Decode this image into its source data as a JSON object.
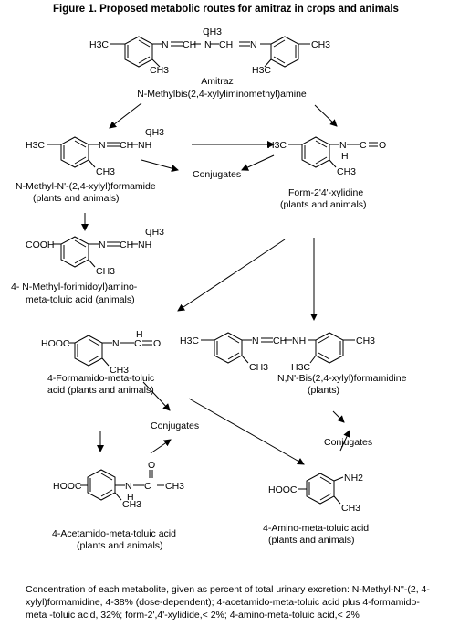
{
  "title": "Figure 1.  Proposed metabolic routes for amitraz in crops and animals",
  "compounds": {
    "amitraz": {
      "name": "Amitraz",
      "iupac": "N-Methylbis(2,4-xylyliminomethyl)amine",
      "labels": [
        "H3C",
        "N",
        "CH",
        "N",
        "CH3",
        "CH",
        "N",
        "CH3",
        "CH3",
        "H3C"
      ]
    },
    "formamide": {
      "name_line1": "N-Methyl-N'-(2,4-xylyl)formamide",
      "name_line2": "(plants and animals)",
      "labels": [
        "H3C",
        "N",
        "CH",
        "NH",
        "CH3",
        "CH3"
      ]
    },
    "xylidine": {
      "name_line1": "Form-2'4'-xylidine",
      "name_line2": "(plants and animals)",
      "labels": [
        "H3C",
        "N",
        "H",
        "C",
        "O",
        "CH3"
      ]
    },
    "toluic": {
      "name_line1": "4- N-Methyl-forimidoyl)amino-",
      "name_line2": "meta-toluic acid (animals)",
      "labels": [
        "COOH",
        "N",
        "CH",
        "NH",
        "CH3",
        "CH3"
      ]
    },
    "formamido": {
      "name_line1": "4-Formamido-meta-toluic",
      "name_line2": "acid (plants and animals)",
      "labels": [
        "HOOC",
        "N",
        "C",
        "O",
        "H",
        "CH3"
      ]
    },
    "bisxylyl": {
      "name_line1": "N,N'-Bis(2,4-xylyl)formamidine",
      "name_line2": "(plants)",
      "labels": [
        "H3C",
        "N",
        "CH",
        "NH",
        "CH3",
        "CH3",
        "H3C"
      ]
    },
    "acetamido": {
      "name_line1": "4-Acetamido-meta-toluic acid",
      "name_line2": "(plants and animals)",
      "labels": [
        "HOOC",
        "N",
        "H",
        "C",
        "CH3",
        "O",
        "CH3"
      ]
    },
    "amino": {
      "name_line1": "4-Amino-meta-toluic acid",
      "name_line2": "(plants and animals)",
      "labels": [
        "HOOC",
        "NH2",
        "CH3"
      ]
    }
  },
  "conjugates": {
    "c1": "Conjugates",
    "c2": "Conjugates",
    "c3": "Conjugates"
  },
  "caption": "Concentration of each metabolite, given as percent of total urinary excretion:  N-Methyl-N''-(2, 4-xylyl)formamidine, 4-38% (dose-dependent); 4-acetamido-meta-toluic acid plus 4-formamido-meta -toluic acid, 32%; form-2',4'-xylidide,< 2%; 4-amino-meta-toluic acid,< 2%"
}
